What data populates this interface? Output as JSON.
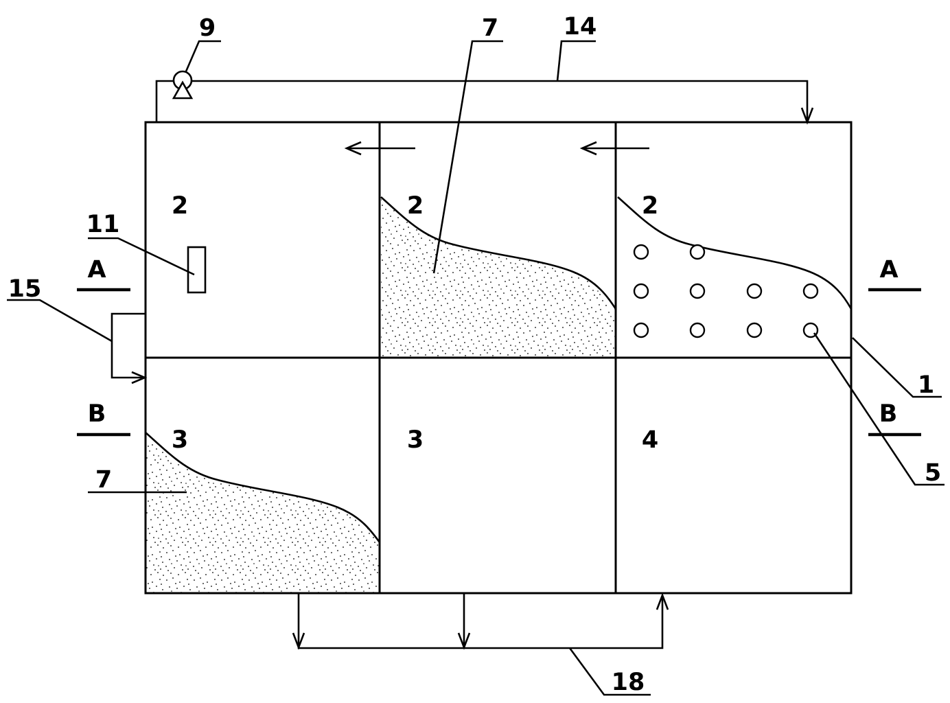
{
  "colors": {
    "line": "#000000",
    "background": "#ffffff"
  },
  "labels": {
    "pump_callout": "9",
    "top_fill_callout": "7",
    "top_pipe_callout": "14",
    "upper_left_number": "2",
    "upper_middle_number": "2",
    "upper_right_number": "2",
    "small_box_callout": "11",
    "section_a_left": "A",
    "section_a_right": "A",
    "side_box_callout": "15",
    "outline_callout": "1",
    "section_b_left": "B",
    "section_b_right": "B",
    "lower_left_number": "3",
    "lower_middle_number": "3",
    "lower_right_number": "4",
    "bottom_fill_callout": "7",
    "holes_callout": "5",
    "bottom_pipe_callout": "18"
  }
}
